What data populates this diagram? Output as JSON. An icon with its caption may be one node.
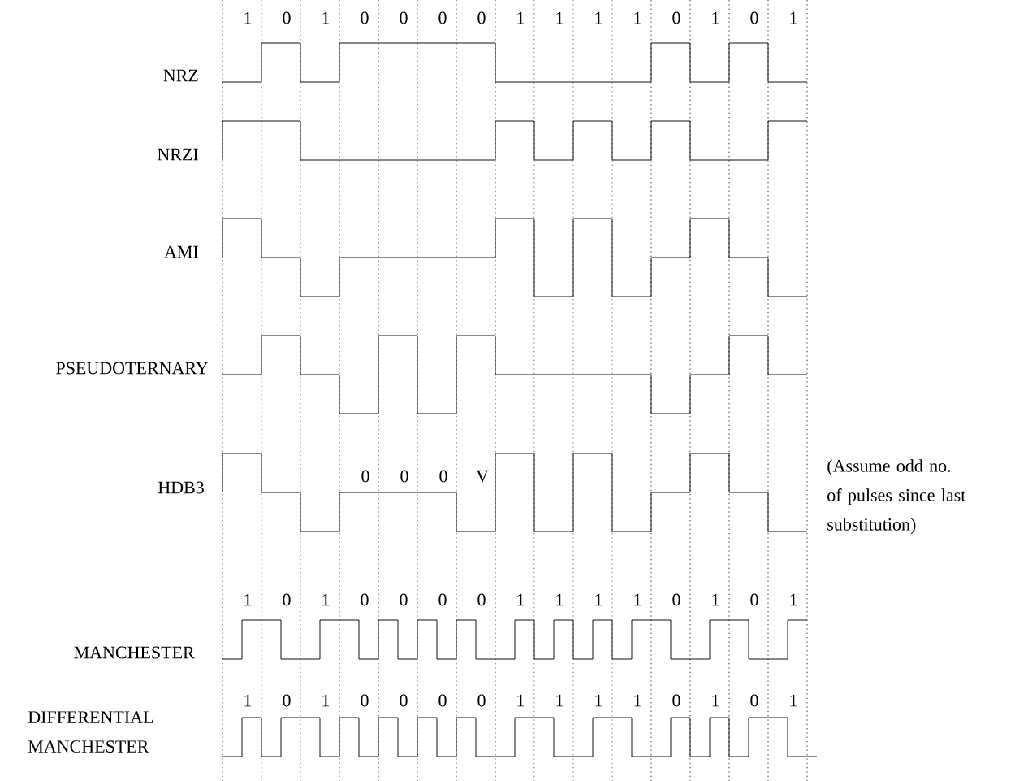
{
  "diagram": {
    "labels": [
      "1",
      "0",
      "1",
      "0",
      "0",
      "0",
      "0",
      "1",
      "1",
      "1",
      "1",
      "0",
      "1",
      "0",
      "1",
      "NRZ",
      "NRZI",
      "AMI",
      "PSEUDOTERNARY",
      "HDB3",
      "0",
      "0",
      "0",
      "V",
      "(Assume odd no. of pulses since last substitution)",
      "1",
      "0",
      "1",
      "0",
      "0",
      "0",
      "0",
      "1",
      "1",
      "1",
      "1",
      "0",
      "1",
      "0",
      "1",
      "MANCHESTER",
      "1",
      "0",
      "1",
      "0",
      "0",
      "0",
      "0",
      "1",
      "1",
      "1",
      "1",
      "0",
      "1",
      "0",
      "1",
      "DIFFERENTIAL MANCHESTER"
    ]
  }
}
